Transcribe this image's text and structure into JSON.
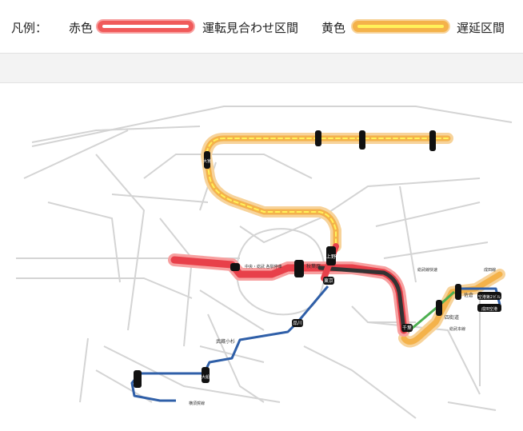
{
  "legend": {
    "title": "凡例：",
    "red_label": "赤色",
    "red_meaning": "運転見合わせ区間",
    "yellow_label": "黄色",
    "yellow_meaning": "遅延区間",
    "colors": {
      "red": "#f05a5a",
      "yellow": "#f4b24a",
      "yellow_inner": "#fff25a"
    }
  },
  "map": {
    "station_labels": {
      "ueno": "上野",
      "akihabara": "秋葉原",
      "tokyo": "東京",
      "chiba": "千葉",
      "shinagawa": "品川",
      "ofuna": "大船",
      "musashikosugi": "武蔵小杉",
      "yotsukaido": "四街道",
      "sakura": "佐倉",
      "narita_airport": "成田空港",
      "airport_t2": "空港第2ビル",
      "omiya": "大宮"
    },
    "line_notes": {
      "sobu_rapid": "総武線快速",
      "sobu_main": "総武本線",
      "narita": "成田線",
      "yokosuka": "横須賀線",
      "chuo_sobu": "中央・総武 各駅停車"
    },
    "colors": {
      "stopped": "#e8404a",
      "delay": "#f4b24a",
      "sobu_blue": "#2f5fa8",
      "narita_green": "#4caf50",
      "dark_line": "#333333",
      "base": "#cfcfcf"
    }
  }
}
